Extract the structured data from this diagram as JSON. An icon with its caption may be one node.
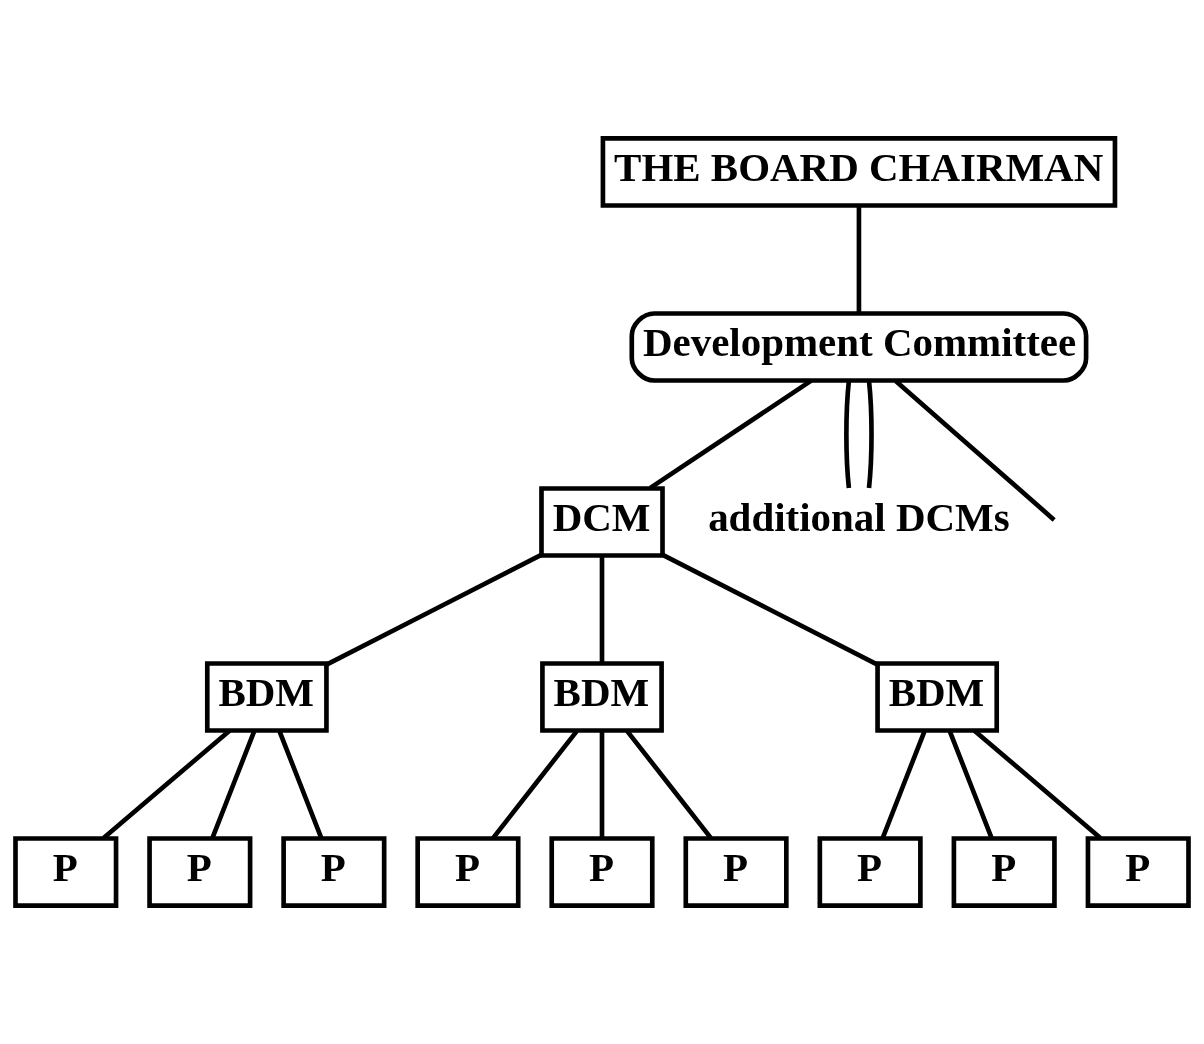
{
  "diagram": {
    "nodes": [
      {
        "text": [
          "THE BOARD CHAIRMAN"
        ]
      },
      {
        "text": [
          "Development Committee"
        ]
      },
      {
        "text": [
          "DCM"
        ]
      },
      {
        "text": [
          "additional DCMs"
        ]
      },
      {
        "text": [
          "BDM"
        ]
      },
      {
        "text": [
          "BDM"
        ]
      },
      {
        "text": [
          "BDM"
        ]
      },
      {
        "text": [
          "P"
        ]
      },
      {
        "text": [
          "P"
        ]
      },
      {
        "text": [
          "P"
        ]
      },
      {
        "text": [
          "P"
        ]
      },
      {
        "text": [
          "P"
        ]
      },
      {
        "text": [
          "P"
        ]
      },
      {
        "text": [
          "P"
        ]
      },
      {
        "text": [
          "P"
        ]
      },
      {
        "text": [
          "P"
        ]
      }
    ],
    "edges": [
      {
        "from": 0,
        "to": 1,
        "arrow": "none"
      },
      {
        "from": 1,
        "to": 2,
        "arrow": "none"
      },
      {
        "from": 1,
        "to": 3,
        "arrow": "none"
      },
      {
        "from": 1,
        "to": 3,
        "arrow": "none"
      },
      {
        "from": 1,
        "to": null,
        "arrow": "none"
      },
      {
        "from": 2,
        "to": 4,
        "arrow": "none"
      },
      {
        "from": 2,
        "to": 5,
        "arrow": "none"
      },
      {
        "from": 2,
        "to": 6,
        "arrow": "none"
      },
      {
        "from": 4,
        "to": 7,
        "arrow": "none"
      },
      {
        "from": 4,
        "to": 8,
        "arrow": "none"
      },
      {
        "from": 4,
        "to": 9,
        "arrow": "none"
      },
      {
        "from": 5,
        "to": 10,
        "arrow": "none"
      },
      {
        "from": 5,
        "to": 11,
        "arrow": "none"
      },
      {
        "from": 5,
        "to": 12,
        "arrow": "none"
      },
      {
        "from": 6,
        "to": 13,
        "arrow": "none"
      },
      {
        "from": 6,
        "to": 14,
        "arrow": "none"
      },
      {
        "from": 6,
        "to": 15,
        "arrow": "none"
      }
    ]
  }
}
